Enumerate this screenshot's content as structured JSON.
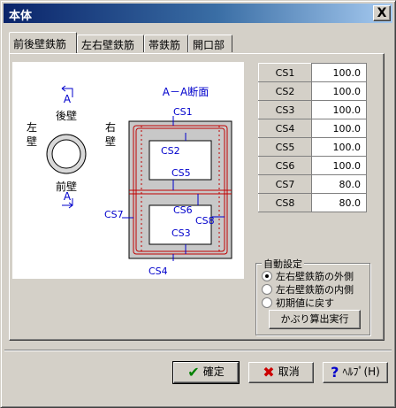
{
  "window": {
    "title": "本体",
    "close_label": "X"
  },
  "tabs": [
    {
      "label": "前後壁鉄筋"
    },
    {
      "label": "左右壁鉄筋"
    },
    {
      "label": "帯鉄筋"
    },
    {
      "label": "開口部"
    }
  ],
  "diagram": {
    "section_title": "A－A断面",
    "back_wall": "後壁",
    "front_wall": "前壁",
    "left_wall": "左\n壁",
    "right_wall": "右\n壁",
    "marker_a": "A",
    "labels": [
      "CS1",
      "CS2",
      "CS5",
      "CS6",
      "CS8",
      "CS3",
      "CS7",
      "CS4"
    ]
  },
  "cs_table": {
    "rows": [
      {
        "label": "CS1",
        "value": "100.0"
      },
      {
        "label": "CS2",
        "value": "100.0"
      },
      {
        "label": "CS3",
        "value": "100.0"
      },
      {
        "label": "CS4",
        "value": "100.0"
      },
      {
        "label": "CS5",
        "value": "100.0"
      },
      {
        "label": "CS6",
        "value": "100.0"
      },
      {
        "label": "CS7",
        "value": "80.0"
      },
      {
        "label": "CS8",
        "value": "80.0"
      }
    ]
  },
  "auto": {
    "title": "自動設定",
    "options": [
      {
        "label": "左右壁鉄筋の外側",
        "selected": true
      },
      {
        "label": "左右壁鉄筋の内側",
        "selected": false
      },
      {
        "label": "初期値に戻す",
        "selected": false
      }
    ],
    "calc_button": "かぶり算出実行"
  },
  "buttons": {
    "ok": "確定",
    "cancel": "取消",
    "help": "ﾍﾙﾌﾟ(H)"
  },
  "colors": {
    "title_start": "#0a246a",
    "title_end": "#a6caf0",
    "diagram_blue": "#0000cc",
    "rebar_red": "#c00000",
    "ok_green": "#008000",
    "cancel_red": "#cc0000",
    "help_blue": "#0000cc"
  }
}
